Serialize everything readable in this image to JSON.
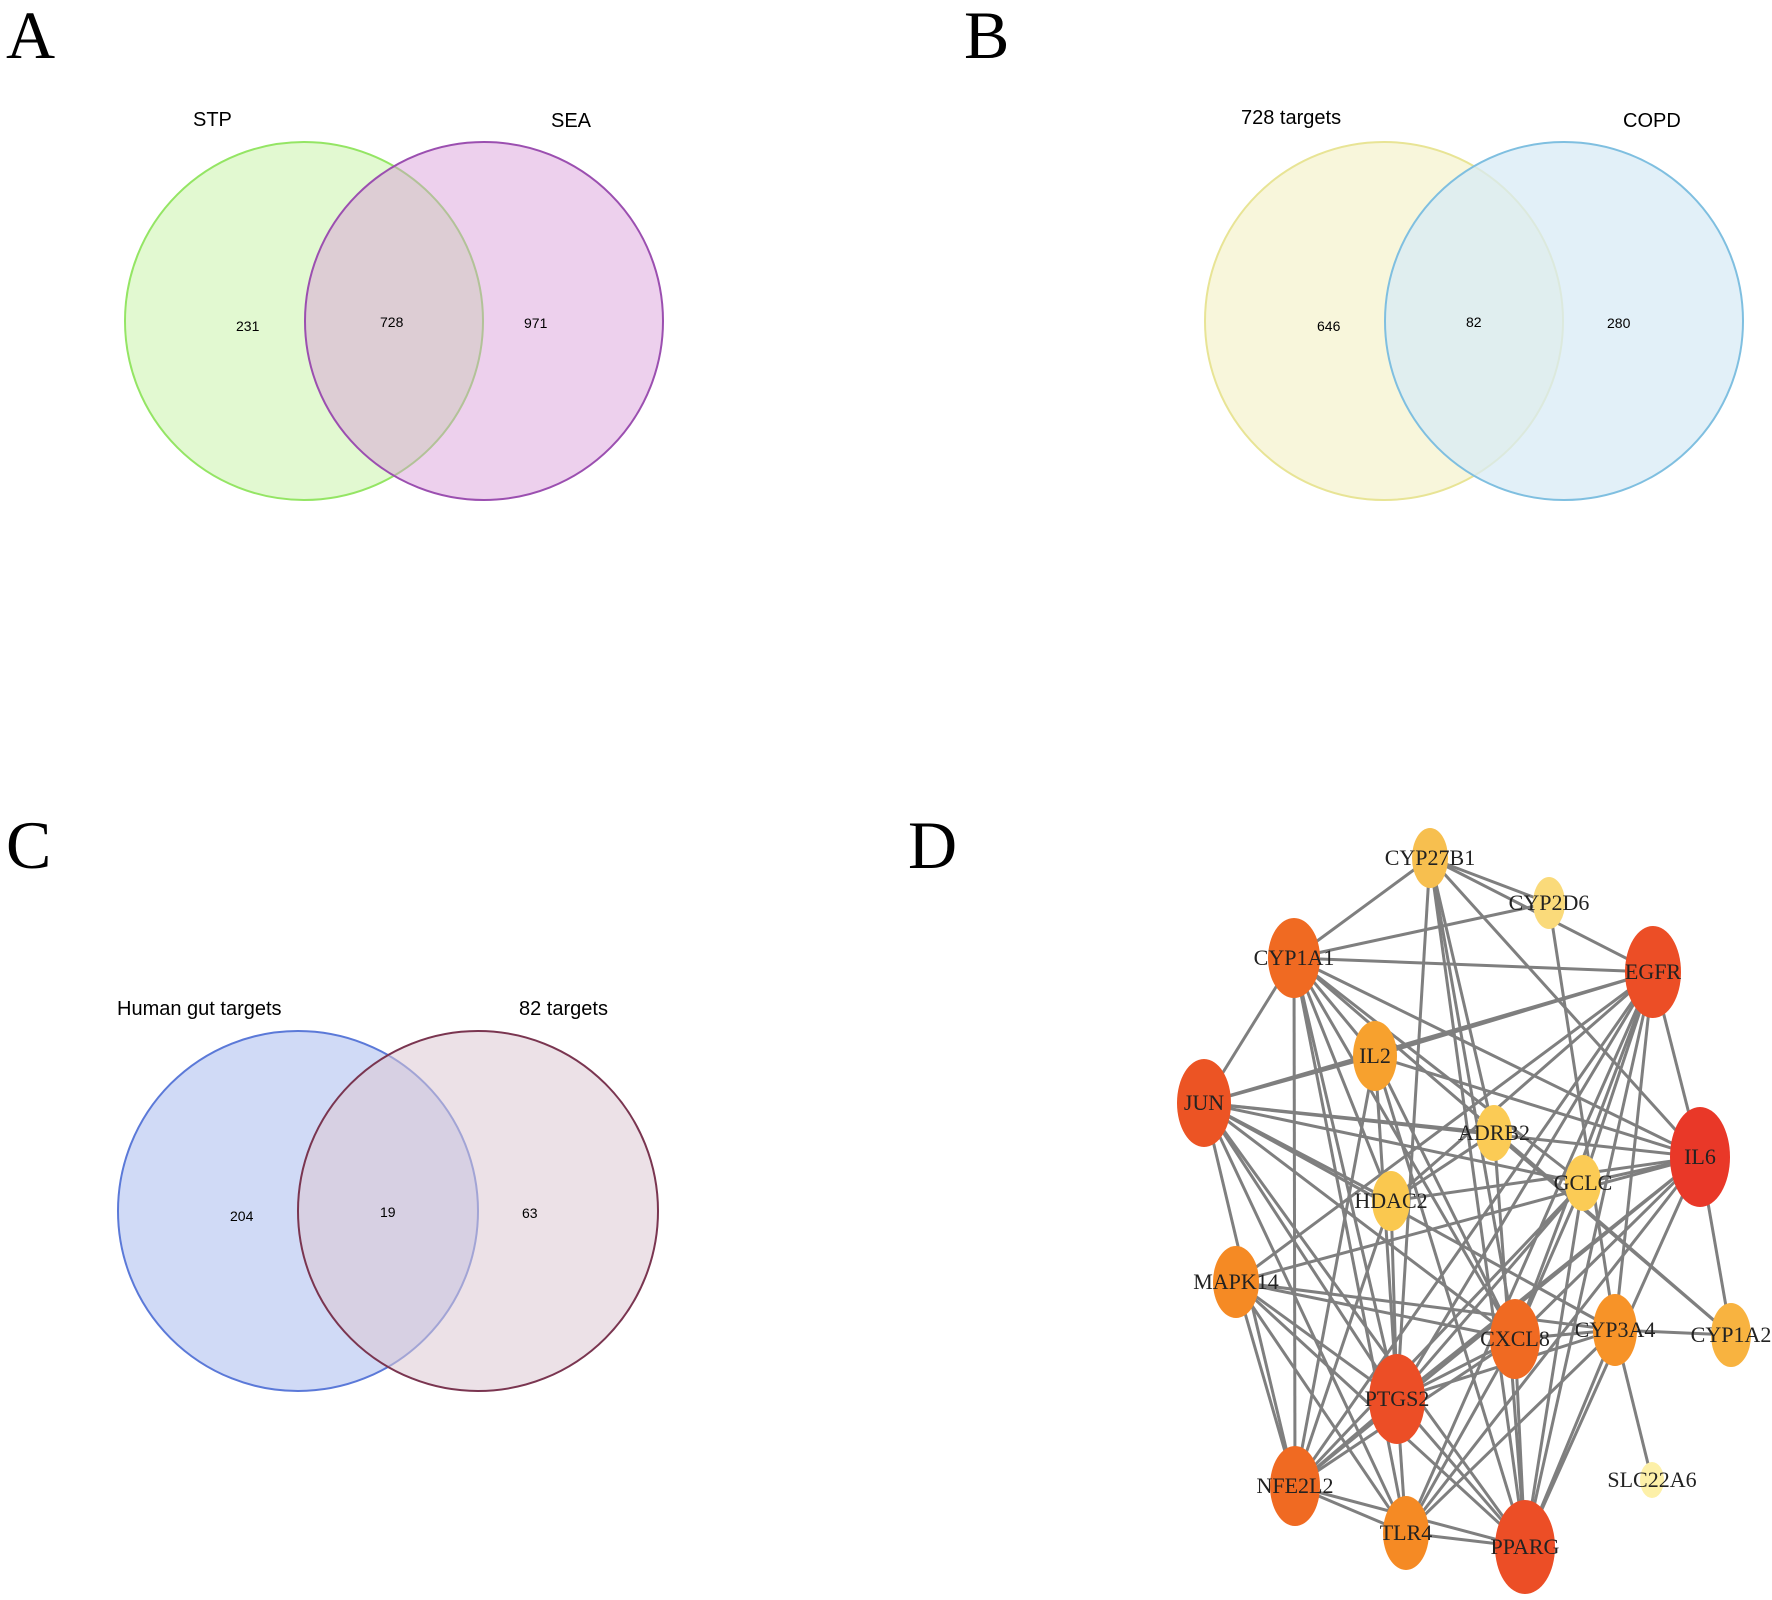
{
  "panels": {
    "A": {
      "letter": "A",
      "left_label": "STP",
      "right_label": "SEA",
      "left_only": "231",
      "intersection": "728",
      "right_only": "971",
      "left_color": "#e0f9cf",
      "left_stroke": "#94e564",
      "right_color": "#d896d8",
      "right_stroke": "#9b4fb0",
      "overlap_color": "#d0c8c8"
    },
    "B": {
      "letter": "B",
      "left_label": "728 targets",
      "right_label": "COPD",
      "left_only": "646",
      "intersection": "82",
      "right_only": "280",
      "left_color": "#f8f6d9",
      "left_stroke": "#e8e495",
      "right_color": "#d8ebf6",
      "right_stroke": "#7fbfe0",
      "overlap_color": "#d8e8e0"
    },
    "C": {
      "letter": "C",
      "left_label": "Human gut targets",
      "right_label": "82 targets",
      "left_only": "204",
      "intersection": "19",
      "right_only": "63",
      "left_color": "#cdd8f6",
      "left_stroke": "#5b79d8",
      "right_color": "#dcc8d4",
      "right_stroke": "#7a3550",
      "overlap_color": "#b8aed4"
    },
    "D": {
      "letter": "D",
      "nodes": [
        {
          "id": "CYP27B1",
          "color": "#f7bf4f"
        },
        {
          "id": "CYP2D6",
          "color": "#fada7a"
        },
        {
          "id": "CYP1A1",
          "color": "#f06a22"
        },
        {
          "id": "EGFR",
          "color": "#ec4e26"
        },
        {
          "id": "IL2",
          "color": "#f7a12e"
        },
        {
          "id": "JUN",
          "color": "#ec5424"
        },
        {
          "id": "ADRB2",
          "color": "#fbcb55"
        },
        {
          "id": "IL6",
          "color": "#e93828"
        },
        {
          "id": "GCLC",
          "color": "#fbcb55"
        },
        {
          "id": "HDAC2",
          "color": "#fac84f"
        },
        {
          "id": "MAPK14",
          "color": "#f58a24"
        },
        {
          "id": "CXCL8",
          "color": "#f06a22"
        },
        {
          "id": "CYP3A4",
          "color": "#f79328"
        },
        {
          "id": "CYP1A2",
          "color": "#f8b340"
        },
        {
          "id": "PTGS2",
          "color": "#ec4e26"
        },
        {
          "id": "NFE2L2",
          "color": "#f06a22"
        },
        {
          "id": "SLC22A6",
          "color": "#fdf0a8"
        },
        {
          "id": "TLR4",
          "color": "#f58a24"
        },
        {
          "id": "PPARG",
          "color": "#ec4e26"
        }
      ],
      "edges": [
        [
          "CYP27B1",
          "CYP1A1"
        ],
        [
          "CYP27B1",
          "CYP2D6"
        ],
        [
          "CYP27B1",
          "EGFR"
        ],
        [
          "CYP27B1",
          "ADRB2"
        ],
        [
          "CYP27B1",
          "IL6"
        ],
        [
          "CYP27B1",
          "CXCL8"
        ],
        [
          "CYP27B1",
          "PTGS2"
        ],
        [
          "CYP27B1",
          "PPARG"
        ],
        [
          "CYP2D6",
          "CYP1A1"
        ],
        [
          "CYP2D6",
          "CYP3A4"
        ],
        [
          "CYP1A1",
          "EGFR"
        ],
        [
          "CYP1A1",
          "IL2"
        ],
        [
          "CYP1A1",
          "JUN"
        ],
        [
          "CYP1A1",
          "IL6"
        ],
        [
          "CYP1A1",
          "GCLC"
        ],
        [
          "CYP1A1",
          "CXCL8"
        ],
        [
          "CYP1A1",
          "PTGS2"
        ],
        [
          "CYP1A1",
          "NFE2L2"
        ],
        [
          "CYP1A1",
          "TLR4"
        ],
        [
          "CYP1A1",
          "CYP1A2"
        ],
        [
          "CYP1A1",
          "HDAC2"
        ],
        [
          "EGFR",
          "IL2"
        ],
        [
          "EGFR",
          "JUN"
        ],
        [
          "EGFR",
          "IL6"
        ],
        [
          "EGFR",
          "HDAC2"
        ],
        [
          "EGFR",
          "GCLC"
        ],
        [
          "EGFR",
          "CXCL8"
        ],
        [
          "EGFR",
          "PTGS2"
        ],
        [
          "EGFR",
          "NFE2L2"
        ],
        [
          "EGFR",
          "TLR4"
        ],
        [
          "EGFR",
          "MAPK14"
        ],
        [
          "EGFR",
          "PPARG"
        ],
        [
          "EGFR",
          "CYP3A4"
        ],
        [
          "IL2",
          "JUN"
        ],
        [
          "IL2",
          "IL6"
        ],
        [
          "IL2",
          "CXCL8"
        ],
        [
          "IL2",
          "PTGS2"
        ],
        [
          "IL2",
          "NFE2L2"
        ],
        [
          "IL2",
          "PPARG"
        ],
        [
          "JUN",
          "IL6"
        ],
        [
          "JUN",
          "ADRB2"
        ],
        [
          "JUN",
          "GCLC"
        ],
        [
          "JUN",
          "CXCL8"
        ],
        [
          "JUN",
          "PTGS2"
        ],
        [
          "JUN",
          "NFE2L2"
        ],
        [
          "JUN",
          "TLR4"
        ],
        [
          "JUN",
          "PPARG"
        ],
        [
          "JUN",
          "CYP3A4"
        ],
        [
          "JUN",
          "HDAC2"
        ],
        [
          "ADRB2",
          "HDAC2"
        ],
        [
          "ADRB2",
          "PPARG"
        ],
        [
          "ADRB2",
          "CYP1A2"
        ],
        [
          "IL6",
          "HDAC2"
        ],
        [
          "IL6",
          "GCLC"
        ],
        [
          "IL6",
          "MAPK14"
        ],
        [
          "IL6",
          "CXCL8"
        ],
        [
          "IL6",
          "PTGS2"
        ],
        [
          "IL6",
          "NFE2L2"
        ],
        [
          "IL6",
          "TLR4"
        ],
        [
          "IL6",
          "PPARG"
        ],
        [
          "IL6",
          "CYP1A2"
        ],
        [
          "GCLC",
          "CXCL8"
        ],
        [
          "GCLC",
          "PTGS2"
        ],
        [
          "GCLC",
          "PPARG"
        ],
        [
          "GCLC",
          "NFE2L2"
        ],
        [
          "HDAC2",
          "PTGS2"
        ],
        [
          "HDAC2",
          "NFE2L2"
        ],
        [
          "MAPK14",
          "CXCL8"
        ],
        [
          "MAPK14",
          "PTGS2"
        ],
        [
          "MAPK14",
          "NFE2L2"
        ],
        [
          "MAPK14",
          "TLR4"
        ],
        [
          "MAPK14",
          "PPARG"
        ],
        [
          "MAPK14",
          "CYP3A4"
        ],
        [
          "CXCL8",
          "PTGS2"
        ],
        [
          "CXCL8",
          "NFE2L2"
        ],
        [
          "CXCL8",
          "TLR4"
        ],
        [
          "CXCL8",
          "PPARG"
        ],
        [
          "CXCL8",
          "CYP3A4"
        ],
        [
          "CYP3A4",
          "PTGS2"
        ],
        [
          "CYP3A4",
          "CYP1A2"
        ],
        [
          "CYP3A4",
          "SLC22A6"
        ],
        [
          "CYP3A4",
          "PPARG"
        ],
        [
          "CYP3A4",
          "TLR4"
        ],
        [
          "PTGS2",
          "NFE2L2"
        ],
        [
          "PTGS2",
          "TLR4"
        ],
        [
          "PTGS2",
          "PPARG"
        ],
        [
          "NFE2L2",
          "TLR4"
        ],
        [
          "NFE2L2",
          "PPARG"
        ],
        [
          "TLR4",
          "PPARG"
        ]
      ]
    }
  }
}
